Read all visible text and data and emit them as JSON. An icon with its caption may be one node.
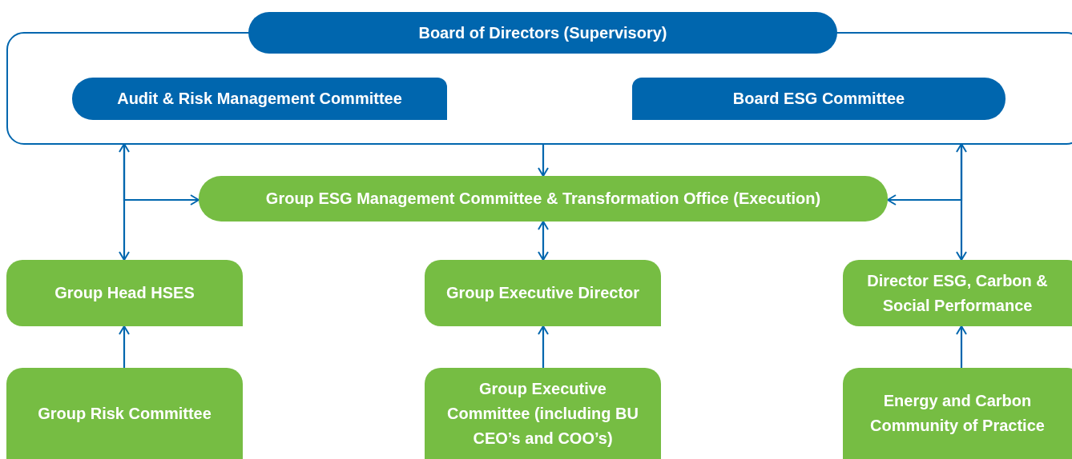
{
  "diagram": {
    "nodes": [
      {
        "text": [
          "Board of Directors (Supervisory)"
        ]
      },
      {
        "text": [],
        "shape": "box"
      },
      {
        "text": [
          "Audit & Risk Management Committee"
        ],
        "in": 1
      },
      {
        "text": [
          "Board ESG Committee"
        ],
        "in": 1
      },
      {
        "text": [
          "Group ESG Management Committee & Transformation Office (Execution)"
        ]
      },
      {
        "text": [
          "Group Head HSES"
        ]
      },
      {
        "text": [
          "Group Executive Director"
        ]
      },
      {
        "text": [
          "Director ESG, Carbon & Social Performance"
        ]
      },
      {
        "text": [
          "Group Risk Committee"
        ]
      },
      {
        "text": [
          "Group Executive Committee (including BU CEO’s and COO’s)"
        ]
      },
      {
        "text": [
          "Energy and Carbon Community of Practice"
        ]
      }
    ],
    "edges": [
      {
        "from": 1,
        "to": 4,
        "arrow": "to"
      },
      {
        "from": 1,
        "to": 5,
        "arrow": "both"
      },
      {
        "from": 1,
        "to": 4,
        "arrow": "to"
      },
      {
        "from": 1,
        "to": 7,
        "arrow": "both"
      },
      {
        "from": 1,
        "to": 4,
        "arrow": "to"
      },
      {
        "from": 4,
        "to": 6,
        "arrow": "both"
      },
      {
        "from": 8,
        "to": 5,
        "arrow": "to"
      },
      {
        "from": 9,
        "to": 6,
        "arrow": "to"
      },
      {
        "from": 10,
        "to": 7,
        "arrow": "to"
      }
    ]
  }
}
